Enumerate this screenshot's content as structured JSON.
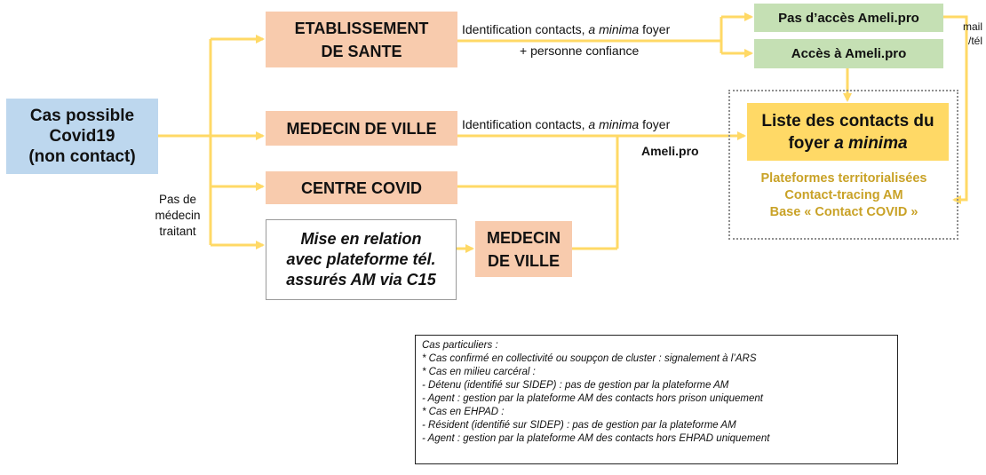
{
  "boxes": {
    "cas_possible": [
      "Cas possible",
      "Covid19",
      "(non contact)"
    ],
    "etablissement": [
      "ETABLISSEMENT",
      "DE SANTE"
    ],
    "medecin_ville": "MEDECIN DE VILLE",
    "centre_covid": "CENTRE COVID",
    "mise_en_relation": [
      "Mise en relation",
      "avec plateforme tél.",
      "assurés AM via C15"
    ],
    "medecin_ville_2": [
      "MEDECIN",
      "DE VILLE"
    ],
    "pas_acces": "Pas d’accès Ameli.pro",
    "acces": "Accès à Ameli.pro",
    "liste": {
      "line1": "Liste des contacts du",
      "line2_prefix": "foyer ",
      "line2_italic": "a minima"
    }
  },
  "labels": {
    "ident_1": {
      "prefix": "Identification contacts, ",
      "italic": "a minima",
      "suffix": " foyer"
    },
    "ident_1_line2": "+ personne confiance",
    "ident_2": {
      "prefix": "Identification contacts, ",
      "italic": "a minima",
      "suffix": " foyer"
    },
    "ameli_pro": "Ameli.pro",
    "pas_de_medecin": [
      "Pas de",
      "médecin",
      "traitant"
    ],
    "mail_tel": [
      "mail",
      "/tél"
    ]
  },
  "plateformes": [
    "Plateformes territorialisées",
    "Contact-tracing AM",
    "Base « Contact COVID »"
  ],
  "notes": [
    "Cas particuliers :",
    "* Cas confirmé en collectivité ou soupçon de cluster : signalement à l’ARS",
    "* Cas en milieu carcéral :",
    "- Détenu (identifié sur SIDEP) : pas de gestion par la plateforme AM",
    "- Agent : gestion par la plateforme AM des contacts hors prison uniquement",
    "* Cas en EHPAD :",
    "- Résident (identifié sur SIDEP) : pas de gestion par la plateforme AM",
    "- Agent : gestion par la plateforme AM des contacts hors EHPAD uniquement"
  ],
  "colors": {
    "arrow": "#ffd966",
    "blue": "#bdd7ee",
    "orange": "#f8cbad",
    "green": "#c5e0b4",
    "yellow": "#ffd966",
    "platform_text": "#c9a227"
  }
}
